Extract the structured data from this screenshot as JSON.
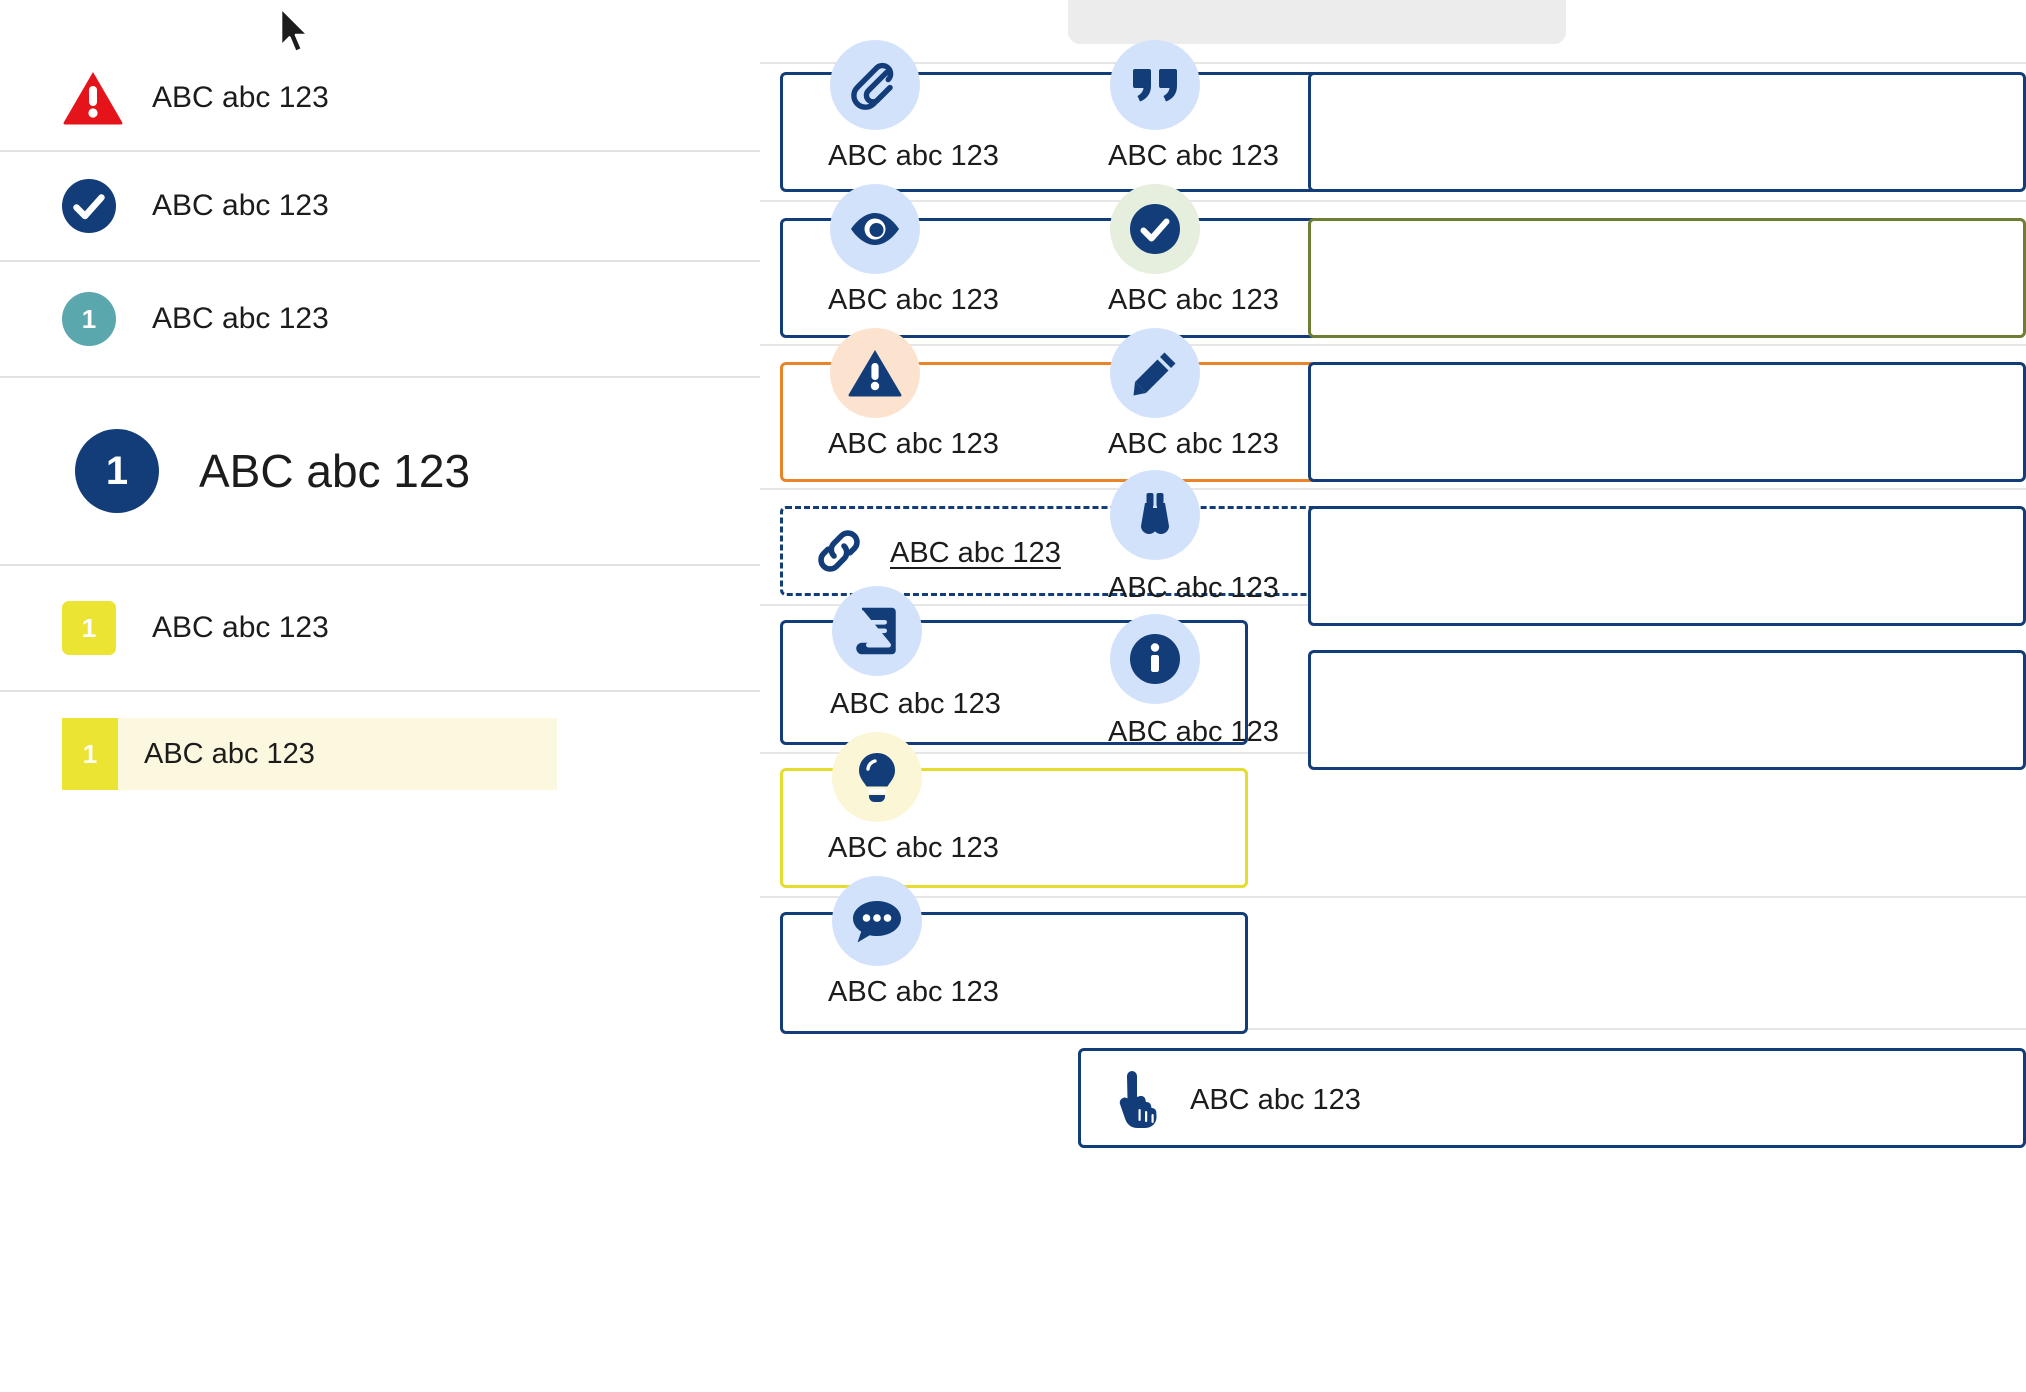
{
  "sample_text": "ABC abc 123",
  "colors": {
    "navy": "#123d79",
    "danger_red": "#e4141a",
    "teal": "#5aa7ad",
    "yellow": "#ece433",
    "orange": "#e8852b",
    "olive": "#6d7f33",
    "icon_bubble_blue": "#d3e2fb",
    "icon_bubble_peach": "#fce3cf",
    "icon_bubble_mint": "#e6eedd",
    "icon_bubble_cream": "#fbf6d5",
    "selected_row_bg": "#fcf8e0",
    "divider": "#e2e2e2",
    "gray_panel": "#ececec"
  },
  "cursor": {
    "icon": "mouse-pointer-icon"
  },
  "left_column": {
    "items": [
      {
        "id": "alert-danger",
        "icon": "warning-triangle-icon",
        "icon_style": "triangle-red",
        "badge_text": "",
        "label": "ABC abc 123",
        "size": "normal"
      },
      {
        "id": "alert-success",
        "icon": "check-circle-icon",
        "icon_style": "circle-navy",
        "badge_text": "",
        "label": "ABC abc 123",
        "size": "normal"
      },
      {
        "id": "count-teal",
        "icon": "number-badge-icon",
        "icon_style": "circle-teal",
        "badge_text": "1",
        "label": "ABC abc 123",
        "size": "normal"
      },
      {
        "id": "count-navy-lg",
        "icon": "number-badge-icon",
        "icon_style": "circle-navy",
        "badge_text": "1",
        "label": "ABC abc 123",
        "size": "large"
      },
      {
        "id": "count-yellow",
        "icon": "number-badge-icon",
        "icon_style": "square-yellow",
        "badge_text": "1",
        "label": "ABC abc 123",
        "size": "normal"
      }
    ],
    "selected_item": {
      "id": "count-yellow-selected",
      "badge_text": "1",
      "label": "ABC abc 123"
    }
  },
  "middle_column": {
    "cards": [
      {
        "id": "attachment-card",
        "icon": "paperclip-icon",
        "bubble": "blue",
        "border": "navy",
        "style": "solid",
        "text": "ABC abc 123"
      },
      {
        "id": "preview-card",
        "icon": "eye-icon",
        "bubble": "blue",
        "border": "navy",
        "style": "solid",
        "text": "ABC abc 123"
      },
      {
        "id": "warning-card",
        "icon": "warning-triangle-icon",
        "bubble": "peach",
        "border": "orange",
        "style": "solid",
        "text": "ABC abc 123"
      },
      {
        "id": "link-card",
        "icon": "link-icon",
        "bubble": "none",
        "border": "navy",
        "style": "dashed",
        "text": "ABC abc 123",
        "link": true
      },
      {
        "id": "reading-card",
        "icon": "book-icon",
        "bubble": "blue",
        "border": "navy",
        "style": "solid",
        "text": "ABC abc 123"
      },
      {
        "id": "tip-card",
        "icon": "lightbulb-icon",
        "bubble": "cream",
        "border": "yellow",
        "style": "solid",
        "text": "ABC abc 123"
      },
      {
        "id": "comment-card",
        "icon": "chat-bubble-icon",
        "bubble": "blue",
        "border": "navy",
        "style": "solid",
        "text": "ABC abc 123"
      }
    ]
  },
  "right_column": {
    "cards": [
      {
        "id": "quote-card",
        "icon": "quotation-mark-icon",
        "bubble": "blue",
        "border": "navy",
        "style": "solid",
        "text": "ABC abc 123"
      },
      {
        "id": "success-card",
        "icon": "check-circle-icon",
        "bubble": "mint",
        "border": "olive",
        "style": "solid",
        "text": "ABC abc 123"
      },
      {
        "id": "edit-card",
        "icon": "pencil-icon",
        "bubble": "blue",
        "border": "navy",
        "style": "solid",
        "text": "ABC abc 123"
      },
      {
        "id": "observe-card",
        "icon": "binoculars-icon",
        "bubble": "blue",
        "border": "navy",
        "style": "solid",
        "text": "ABC abc 123"
      },
      {
        "id": "info-card",
        "icon": "info-circle-icon",
        "bubble": "blue",
        "border": "navy",
        "style": "solid",
        "text": "ABC abc 123"
      },
      {
        "id": "action-card",
        "icon": "pointing-hand-icon",
        "bubble": "none",
        "border": "navy",
        "style": "solid",
        "text": "ABC abc 123",
        "inline_icon": true
      }
    ]
  }
}
